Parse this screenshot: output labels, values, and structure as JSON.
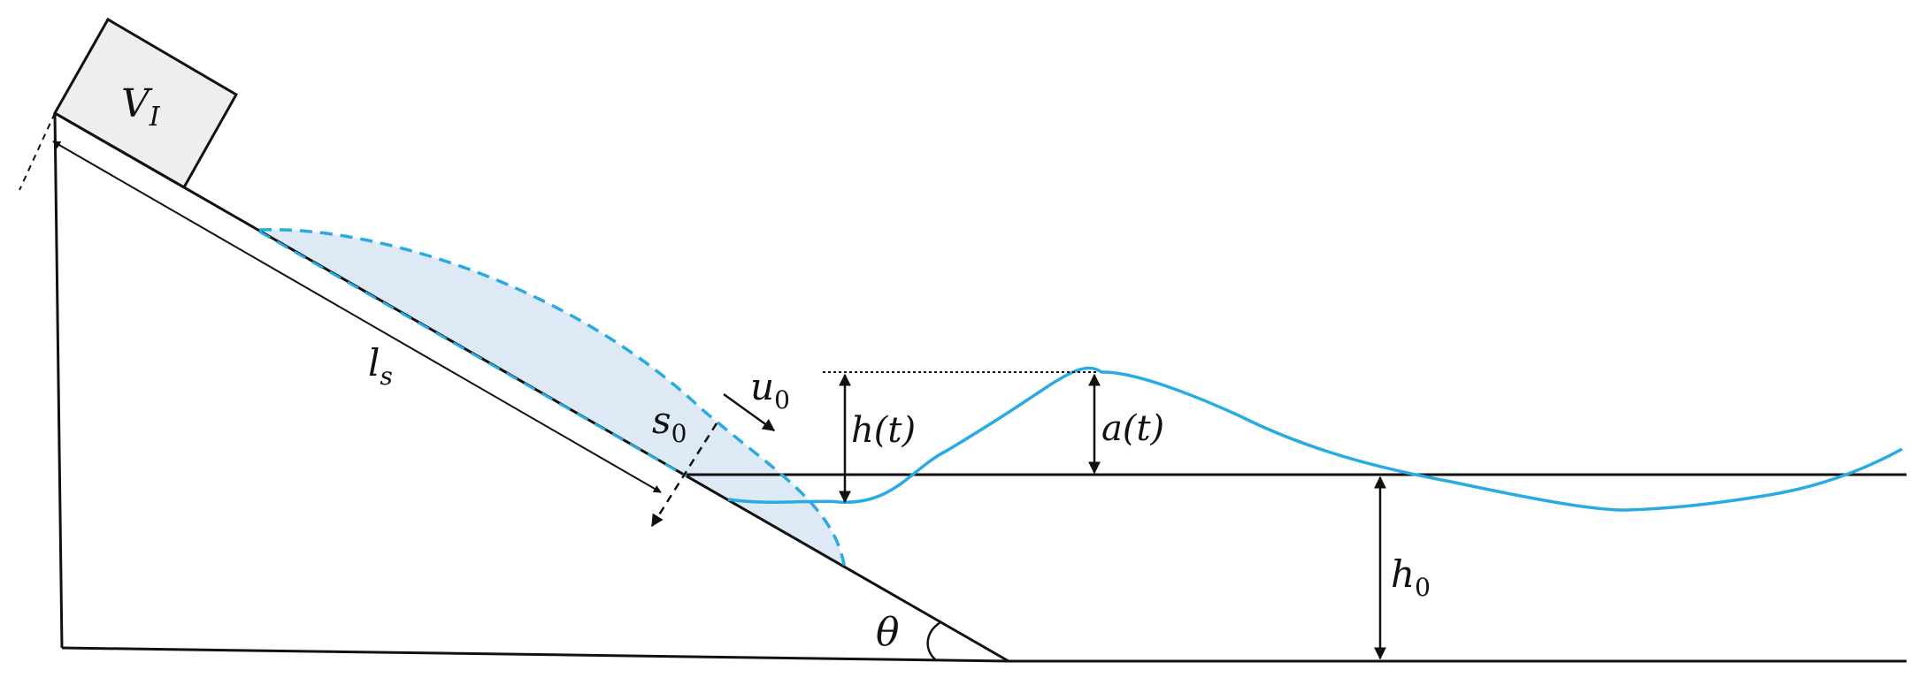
{
  "labels": {
    "volume": "V",
    "volume_sub": "I",
    "slide_length": "l",
    "slide_length_sub": "s",
    "thickness": "s",
    "thickness_sub": "0",
    "velocity": "u",
    "velocity_sub": "0",
    "wave_height": "h(t)",
    "amplitude": "a(t)",
    "depth": "h",
    "depth_sub": "0",
    "angle": "θ"
  },
  "colors": {
    "line": "#111111",
    "water": "#29abe2",
    "slide_fill": "#dde9f5",
    "block_fill": "#eeeeee"
  }
}
